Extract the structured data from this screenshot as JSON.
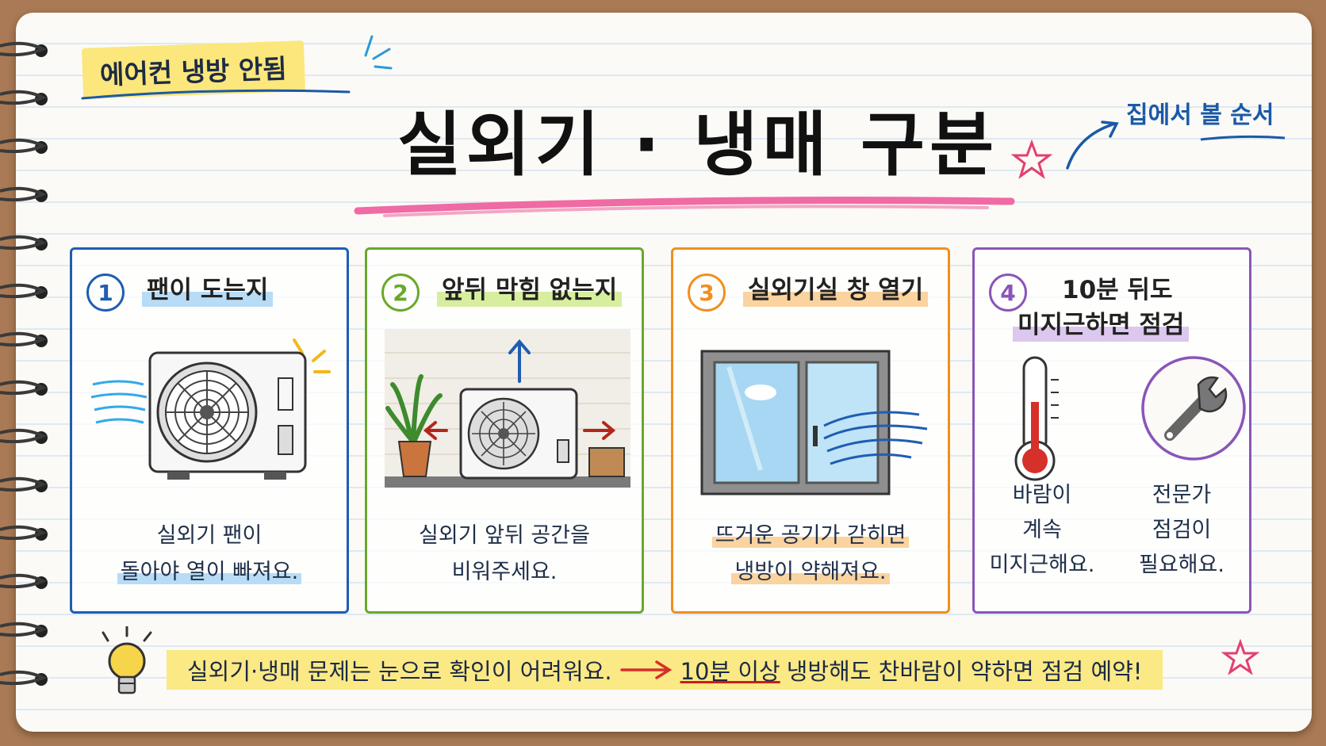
{
  "tag": "에어컨 냉방 안됨",
  "title": "실외기 · 냉매 구분",
  "side_note": "집에서 볼 순서",
  "cards": [
    {
      "num": "1",
      "heading": "팬이 도는지",
      "caption_line1": "실외기 팬이",
      "caption_line2": "돌아야 열이 빠져요."
    },
    {
      "num": "2",
      "heading": "앞뒤 막힘 없는지",
      "caption_line1": "실외기 앞뒤 공간을",
      "caption_line2": "비워주세요."
    },
    {
      "num": "3",
      "heading": "실외기실 창 열기",
      "caption_line1": "뜨거운 공기가 갇히면",
      "caption_line2": "냉방이 약해져요."
    },
    {
      "num": "4",
      "heading_line1": "10분 뒤도",
      "heading_line2": "미지근하면 점검",
      "sub_left": {
        "line1": "바람이",
        "line2": "계속",
        "line3": "미지근해요."
      },
      "sub_right": {
        "line1": "전문가",
        "line2": "점검이",
        "line3": "필요해요."
      }
    }
  ],
  "tip": {
    "part1": "실외기·냉매 문제는 눈으로 확인이 어려워요.",
    "part2_underlined": "10분 이상",
    "part3": "냉방해도 찬바람이 약하면 점검 예약!"
  },
  "colors": {
    "card1": "#1f5db3",
    "card2": "#6aa82a",
    "card3": "#f0901e",
    "card4": "#8a55b8",
    "pink": "#f06aa3"
  },
  "icons": [
    "lightbulb-icon",
    "thermometer-icon",
    "wrench-icon",
    "star-icon",
    "arrow-icon"
  ]
}
